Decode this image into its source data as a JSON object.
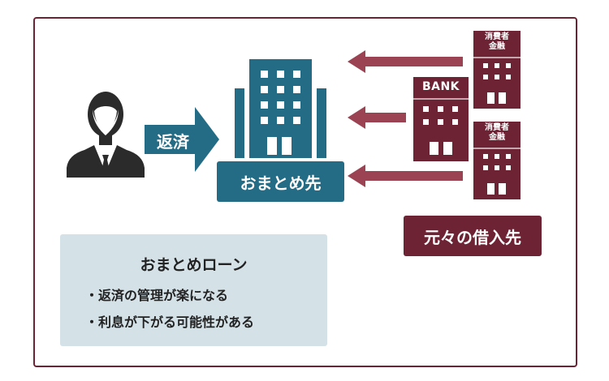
{
  "colors": {
    "maroon": "#6e2335",
    "arrow_maroon": "#9b4353",
    "teal": "#246c86",
    "dark_teal": "#1f5f76",
    "panel": "#d4e2e8",
    "person": "#2b2b2b"
  },
  "person": {
    "icon": "businessman-icon"
  },
  "repay_arrow": {
    "label": "返済"
  },
  "hub": {
    "icon": "office-building-icon",
    "label": "おまとめ先"
  },
  "lenders": [
    {
      "icon": "consumer-finance-building-icon",
      "label": "消費者\n金融"
    },
    {
      "icon": "bank-building-icon",
      "label": "BANK"
    },
    {
      "icon": "consumer-finance-building-icon",
      "label": "消費者\n金融"
    }
  ],
  "original_lenders_label": "元々の借入先",
  "info": {
    "title": "おまとめローン",
    "bullets": [
      "・返済の管理が楽になる",
      "・利息が下がる可能性がある"
    ]
  }
}
